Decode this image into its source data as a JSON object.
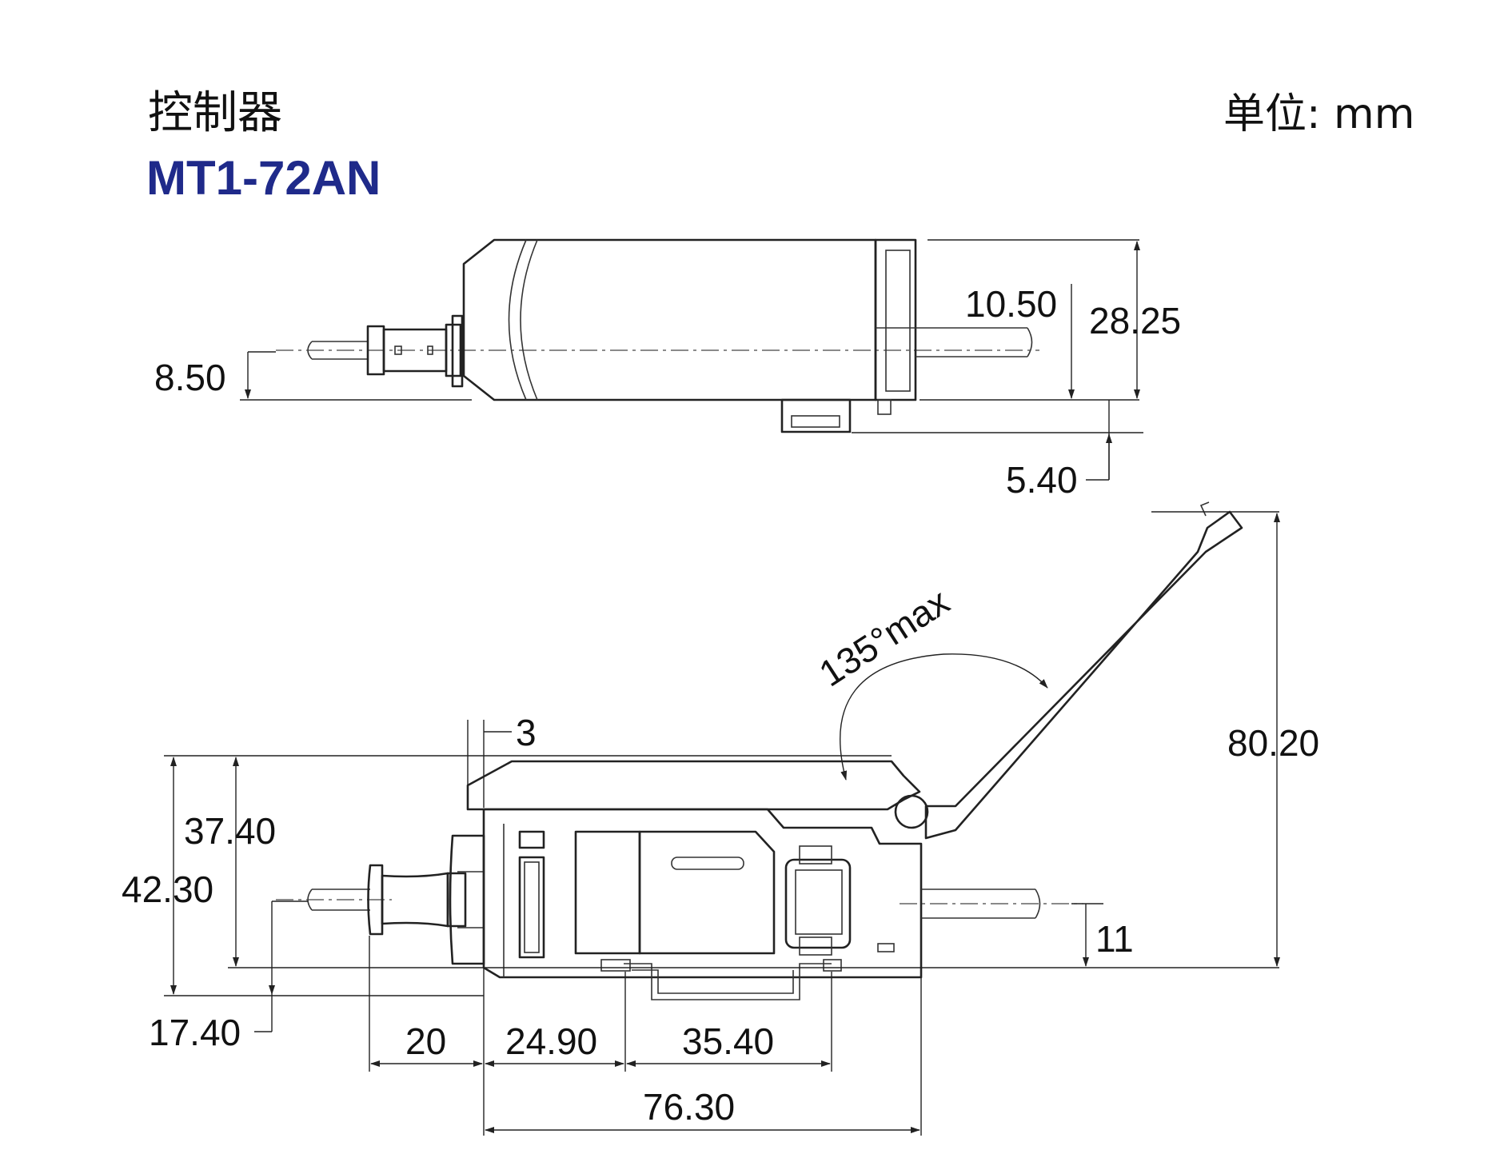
{
  "header": {
    "title": "控制器",
    "model": "MT1-72AN",
    "unit": "单位: mm"
  },
  "colors": {
    "model_text": "#1f2a8a",
    "line": "#222222",
    "background": "#ffffff"
  },
  "top_view": {
    "dim_8_50": "8.50",
    "dim_10_50": "10.50",
    "dim_28_25": "28.25",
    "dim_5_40": "5.40"
  },
  "side_view": {
    "angle_label": "135°max",
    "dim_3": "3",
    "dim_37_40": "37.40",
    "dim_42_30": "42.30",
    "dim_17_40": "17.40",
    "dim_11": "11",
    "dim_80_20": "80.20",
    "dim_20": "20",
    "dim_24_90": "24.90",
    "dim_35_40": "35.40",
    "dim_76_30": "76.30"
  }
}
